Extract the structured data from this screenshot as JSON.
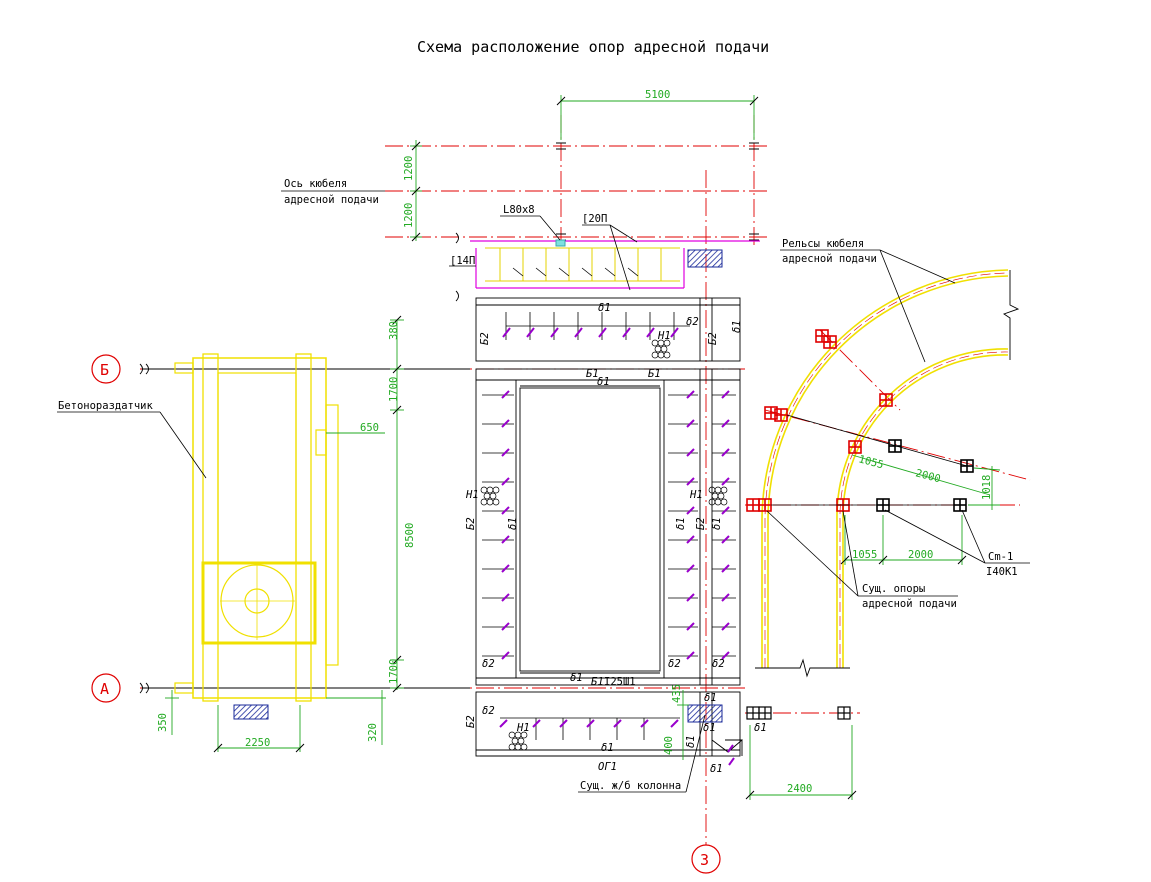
{
  "title": "Схема расположение опор адресной подачи",
  "axes": {
    "b": "Б",
    "a": "А",
    "z": "З"
  },
  "labels": {
    "os_kubelya_1": "Ось кюбеля",
    "os_kubelya_2": "адресной подачи",
    "betonorazdatchik": "Бетонораздатчик",
    "l80x8": "L80x8",
    "c20p": "[20П",
    "c14p": "[14П",
    "relsy_1": "Рельсы кюбеля",
    "relsy_2": "адресной подачи",
    "sushch_opory_1": "Сущ. опоры",
    "sushch_opory_2": "адресной подачи",
    "cm1": "Cm-1",
    "i40k1": "I40K1",
    "sushch_kolonna": "Сущ. ж/б колонна",
    "i25sh1": "I25Ш1",
    "og1": "ОГ1"
  },
  "marks": {
    "b1": "Б1",
    "b2": "Б2",
    "d1": "δ1",
    "d2": "δ2",
    "h1": "Н1"
  },
  "dims": {
    "d5100": "5100",
    "d1200a": "1200",
    "d1200b": "1200",
    "d380": "380",
    "d1700a": "1700",
    "d8500": "8500",
    "d1700b": "1700",
    "d650": "650",
    "d350": "350",
    "d2250": "2250",
    "d320": "320",
    "d435": "435",
    "d400": "400",
    "d2400": "2400",
    "d1055a": "1055",
    "d2000a": "2000",
    "d1018": "1018",
    "d1055b": "1055",
    "d2000b": "2000"
  },
  "colors": {
    "axis": "#e00000",
    "dim": "#22aa22",
    "yellow": "#f0e000",
    "magenta": "#e000e0",
    "purple": "#9900cc",
    "hatch": "#1a2a9a",
    "line": "#000000"
  }
}
